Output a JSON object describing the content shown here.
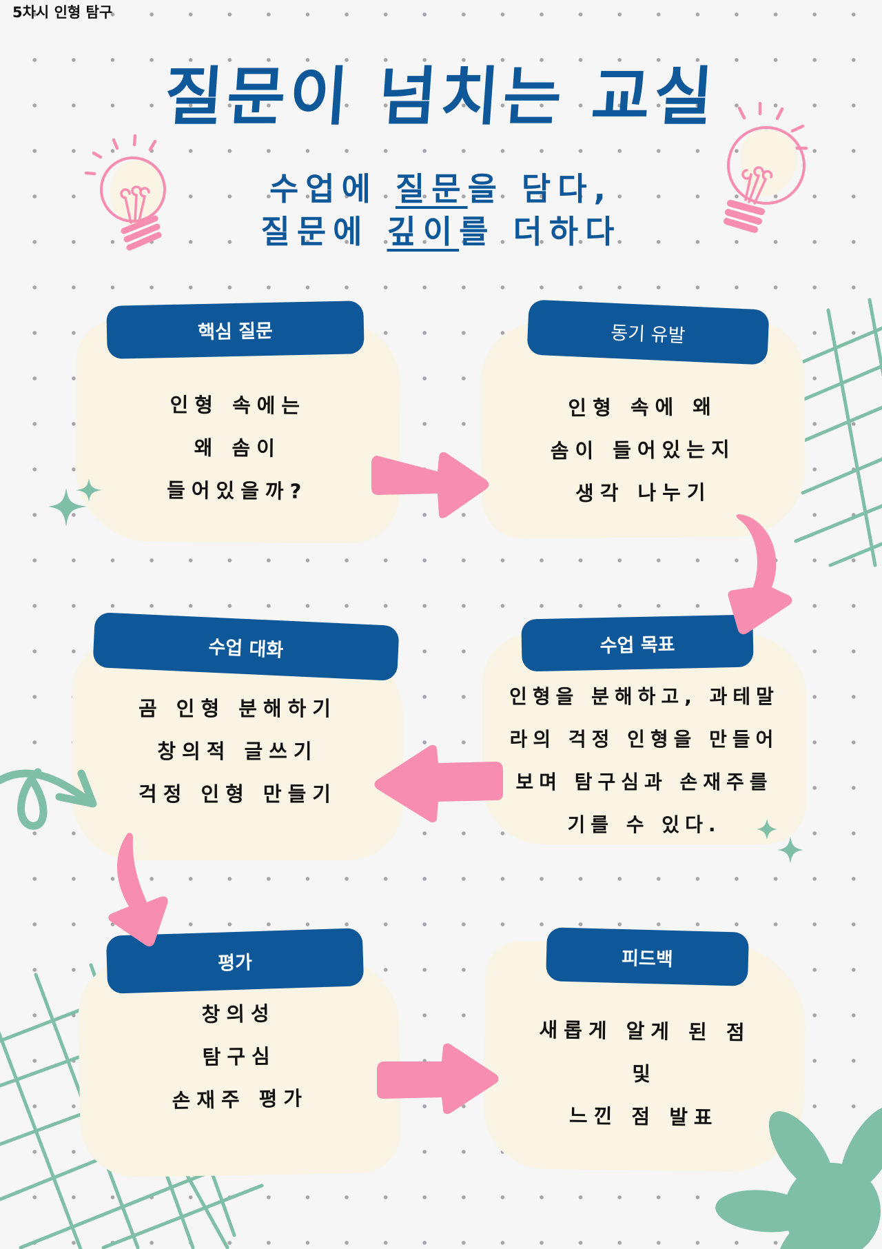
{
  "page": {
    "label": "5차시 인형 탐구",
    "title": "질문이 넘치는 교실",
    "subtitle": {
      "line1": {
        "pre": "수업에 ",
        "underlined": "질문",
        "post": "을 담다,"
      },
      "line2": {
        "pre": "질문에 ",
        "underlined": "깊이",
        "post": "를 더하다"
      }
    }
  },
  "colors": {
    "primary_blue": "#0e589a",
    "card_cream": "#f9f4e3",
    "arrow_pink": "#f78db0",
    "accent_green": "#7fbea7",
    "background": "#f6f6f7"
  },
  "cards": [
    {
      "id": "core-question",
      "tag": "핵심 질문",
      "lines": [
        "인형 속에는",
        "왜 솜이",
        "들어있을까?"
      ]
    },
    {
      "id": "motivation",
      "tag": "동기 유발",
      "lines": [
        "인형 속에 왜",
        "솜이 들어있는지",
        "생각 나누기"
      ]
    },
    {
      "id": "lesson-goal",
      "tag": "수업 목표",
      "lines": [
        "인형을 분해하고, 과테말",
        "라의 걱정 인형을 만들어",
        "보며 탐구심과 손재주를",
        "기를 수 있다."
      ]
    },
    {
      "id": "lesson-dialogue",
      "tag": "수업 대화",
      "lines": [
        "곰 인형 분해하기",
        "창의적 글쓰기",
        "걱정 인형 만들기"
      ]
    },
    {
      "id": "evaluation",
      "tag": "평가",
      "lines": [
        "창의성",
        "탐구심",
        "손재주 평가"
      ]
    },
    {
      "id": "feedback",
      "tag": "피드백",
      "lines": [
        "새롭게 알게 된 점",
        "및",
        "느낀 점 발표"
      ]
    }
  ],
  "decorations": {
    "icons": [
      "lightbulb-icon",
      "lightbulb-icon",
      "sparkle-icon",
      "sparkle-icon",
      "flower-icon",
      "loop-arrow-icon",
      "grid-pattern"
    ],
    "flow_arrows": [
      "right",
      "down",
      "left",
      "down",
      "right"
    ]
  }
}
